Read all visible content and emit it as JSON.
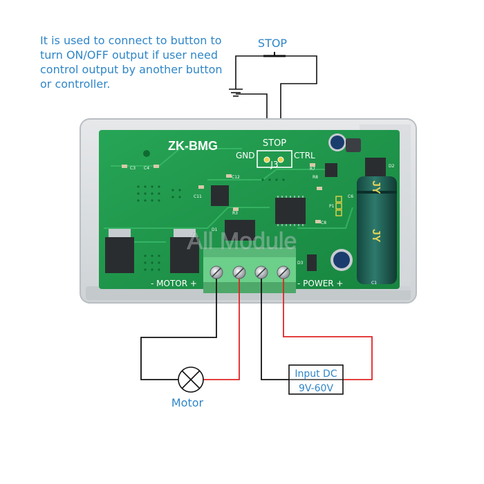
{
  "note": {
    "lines": [
      "It is used to connect to button to",
      "turn ON/OFF output if user need",
      "control output by another button",
      "or controller."
    ]
  },
  "stop_switch": {
    "label": "STOP"
  },
  "board": {
    "model": "ZK-BMG",
    "j3_header": {
      "title": "STOP",
      "left_pin": "GND",
      "right_pin": "CTRL",
      "ref": "J3"
    },
    "motor_terminal": "- MOTOR +",
    "power_terminal": "- POWER +",
    "component_refs": [
      "C3",
      "C4",
      "C11",
      "C12",
      "R3",
      "D1",
      "C8",
      "D3",
      "D2",
      "R7",
      "R8",
      "P1",
      "C6",
      "C1"
    ],
    "capacitor_brand": "JY",
    "watermark": "All Module"
  },
  "load": {
    "label": "Motor"
  },
  "supply": {
    "line1": "Input DC",
    "line2": "9V-60V"
  },
  "colors": {
    "note_text": "#2f86c8",
    "pcb_green": "#1f9a4c",
    "wire_black": "#111111",
    "wire_red": "#e02424",
    "terminal_green": "#6ccf8a",
    "capacitor": "#1f5c52"
  }
}
